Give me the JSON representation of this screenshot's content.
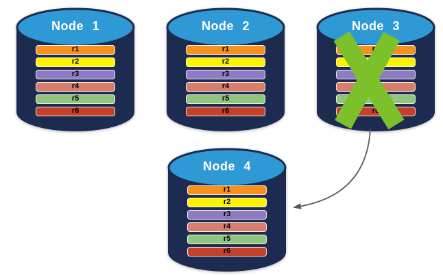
{
  "diagram": {
    "colors": {
      "cylinder_body": "#1C2B4F",
      "cylinder_top": "#2E99D4",
      "node_label": "#FFFFFF",
      "row_label": "#000000",
      "failure_x": "#7CC12B",
      "arrow": "#595959"
    },
    "nodes": [
      {
        "label": "Node 1",
        "failed": false,
        "rows": [
          {
            "label": "r1",
            "color": "#F6911E"
          },
          {
            "label": "r2",
            "color": "#FDF200"
          },
          {
            "label": "r3",
            "color": "#8E7CC3"
          },
          {
            "label": "r4",
            "color": "#D97E6A"
          },
          {
            "label": "r5",
            "color": "#93C47D"
          },
          {
            "label": "r6",
            "color": "#C4412C"
          }
        ]
      },
      {
        "label": "Node 2",
        "failed": false,
        "rows": [
          {
            "label": "r1",
            "color": "#F6911E"
          },
          {
            "label": "r2",
            "color": "#FDF200"
          },
          {
            "label": "r3",
            "color": "#8E7CC3"
          },
          {
            "label": "r4",
            "color": "#D97E6A"
          },
          {
            "label": "r5",
            "color": "#93C47D"
          },
          {
            "label": "r6",
            "color": "#C4412C"
          }
        ]
      },
      {
        "label": "Node 3",
        "failed": true,
        "rows": [
          {
            "label": "r1",
            "color": "#F6911E"
          },
          {
            "label": "r2",
            "color": "#FDF200"
          },
          {
            "label": "r3",
            "color": "#8E7CC3"
          },
          {
            "label": "r4",
            "color": "#D97E6A"
          },
          {
            "label": "r5",
            "color": "#93C47D"
          },
          {
            "label": "r6",
            "color": "#C4412C"
          }
        ]
      },
      {
        "label": "Node 4",
        "failed": false,
        "rows": [
          {
            "label": "r1",
            "color": "#F6911E"
          },
          {
            "label": "r2",
            "color": "#FDF200"
          },
          {
            "label": "r3",
            "color": "#8E7CC3"
          },
          {
            "label": "r4",
            "color": "#D97E6A"
          },
          {
            "label": "r5",
            "color": "#93C47D"
          },
          {
            "label": "r6",
            "color": "#C4412C"
          }
        ]
      }
    ]
  }
}
